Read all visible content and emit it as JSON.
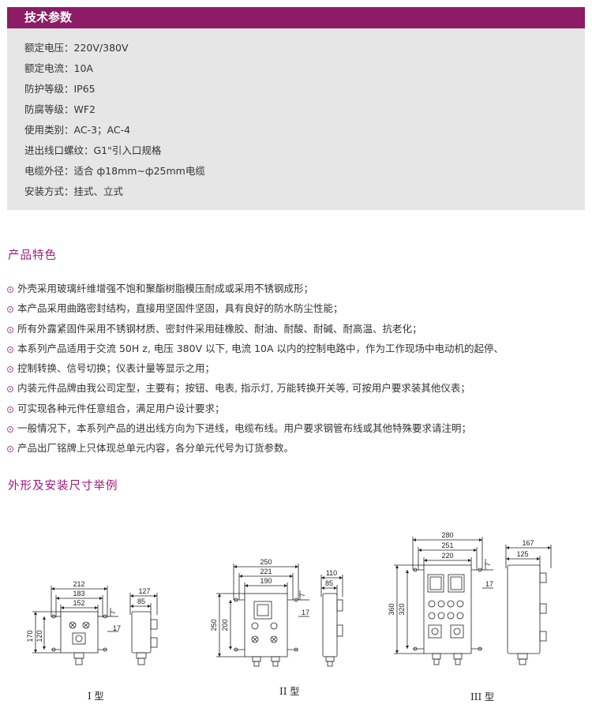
{
  "specs": {
    "title": "技术参数",
    "rows": [
      "额定电压：220V/380V",
      "额定电流：10A",
      "防护等级：IP65",
      "防腐等级：WF2",
      "使用类别：AC-3；AC-4",
      "进出线口螺纹：G1\"引入口规格",
      "电缆外径：适合 ф18mm~ф25mm电缆",
      "安装方式：挂式、立式"
    ]
  },
  "features": {
    "title": "产品特色",
    "items": [
      "外壳采用玻璃纤维增强不饱和聚酯树脂模压耐成或采用不锈钢成形；",
      "本产品采用曲路密封结构，直接用坚固件坚固，具有良好的防水防尘性能；",
      "所有外露紧固件采用不锈钢材质、密封件采用硅橡胶、耐油、耐酸、耐碱、耐高温、抗老化；",
      "本系列产品适用于交流 50H z, 电压 380V 以下, 电流 10A 以内的控制电路中，作为工作现场中电动机的起停、",
      "控制转换、信号切换；仪表计量等显示之用；",
      "内装元件品牌由我公司定型，主要有；按钮、电表, 指示灯, 万能转换开关等, 可按用户要求装其他仪表；",
      "可实现各种元件任意组合，满足用户设计要求；",
      "一般情况下，本系列产品的进出线方向为下进线，电缆布线。用户要求钢管布线或其他特殊要求请注明；",
      "产品出厂铭牌上只体现总单元内容，各分单元代号为订货参数。"
    ]
  },
  "dimensions": {
    "title": "外形及安装尺寸举例",
    "type1": {
      "label": "I 型",
      "w1": "212",
      "w2": "183",
      "w3": "152",
      "h1": "170",
      "h2": "120",
      "d7": "7",
      "d17": "17",
      "depth1": "127",
      "depth2": "85"
    },
    "type2": {
      "label": "II 型",
      "w1": "250",
      "w2": "221",
      "w3": "190",
      "h1": "250",
      "h2": "200",
      "d7": "7",
      "d17": "17",
      "depth1": "110",
      "depth2": "85"
    },
    "type3": {
      "label": "III 型",
      "w1": "280",
      "w2": "251",
      "w3": "220",
      "h1": "360",
      "h2": "320",
      "d7": "7",
      "d17": "17",
      "depth1": "167",
      "depth2": "125"
    }
  }
}
